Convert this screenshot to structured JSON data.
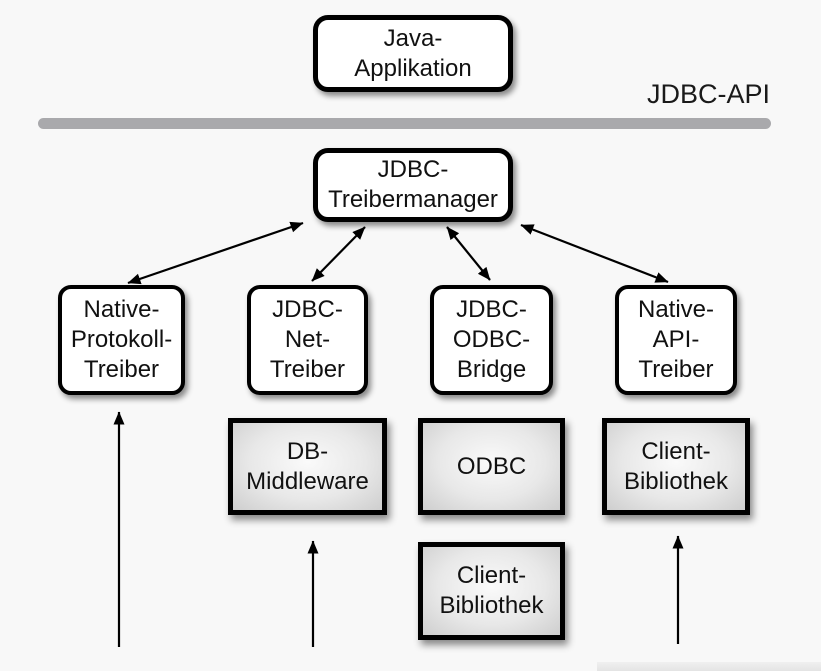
{
  "diagram": {
    "api_label": "JDBC-API",
    "nodes": {
      "java_application": {
        "label": "Java-\nApplikation"
      },
      "driver_manager": {
        "label": "JDBC-\nTreibermanager"
      },
      "native_protocol_driver": {
        "label": "Native-\nProtokoll-\nTreiber"
      },
      "jdbc_net_driver": {
        "label": "JDBC-\nNet-\nTreiber"
      },
      "jdbc_odbc_bridge": {
        "label": "JDBC-\nODBC-\nBridge"
      },
      "native_api_driver": {
        "label": "Native-\nAPI-\nTreiber"
      },
      "db_middleware": {
        "label": "DB-\nMiddleware"
      },
      "odbc": {
        "label": "ODBC"
      },
      "client_library_right": {
        "label": "Client-\nBibliothek"
      },
      "client_library_bottom": {
        "label": "Client-\nBibliothek"
      }
    },
    "colors": {
      "background": "#f8f8f8",
      "box_fill": "#ffffff",
      "box_border": "#000000",
      "gray_box_center": "#fafafa",
      "gray_box_edge": "#cecece",
      "api_bar": "#a9a9ac",
      "arrow": "#000000",
      "text": "#111111"
    }
  }
}
